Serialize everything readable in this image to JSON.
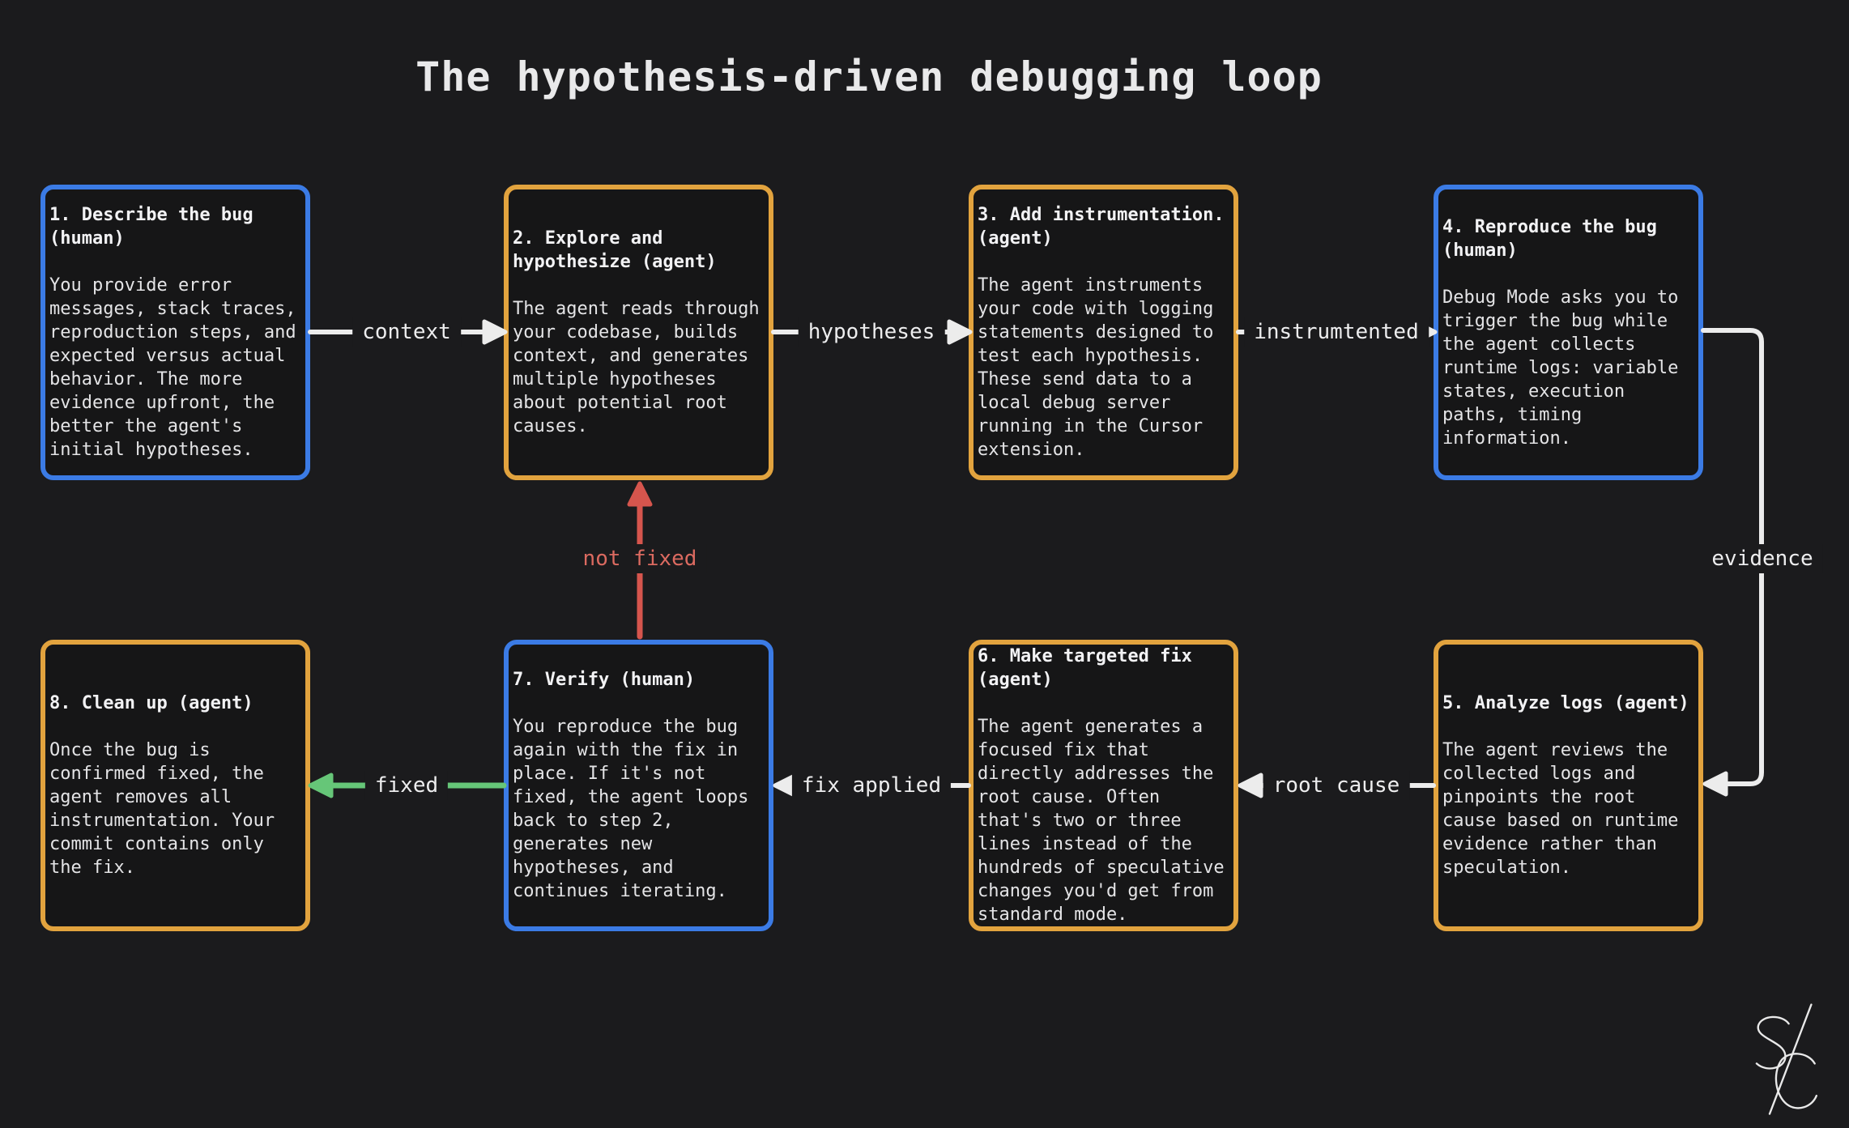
{
  "title": "The hypothesis-driven debugging loop",
  "colors": {
    "blue": "#3b7be5",
    "orange": "#e2a33e",
    "red": "#d6554d",
    "green": "#66c678",
    "arrow": "#ececec",
    "bg": "#1b1b1d"
  },
  "boxes": [
    {
      "key": "step-1",
      "accent": "blue",
      "heading": "1. Describe the bug\n(human)",
      "body": "You provide error\nmessages, stack traces,\nreproduction steps, and\nexpected versus actual\nbehavior. The more\nevidence upfront, the\nbetter the agent's\ninitial hypotheses."
    },
    {
      "key": "step-2",
      "accent": "orange",
      "heading": "2. Explore and\nhypothesize (agent)",
      "body": "The agent reads through\nyour codebase, builds\ncontext, and generates\nmultiple hypotheses\nabout potential root\ncauses."
    },
    {
      "key": "step-3",
      "accent": "orange",
      "heading": "3. Add instrumentation.\n(agent)",
      "body": "The agent instruments\nyour code with logging\nstatements designed to\ntest each hypothesis.\nThese send data to a\nlocal debug server\nrunning in the Cursor\nextension."
    },
    {
      "key": "step-4",
      "accent": "blue",
      "heading": "4. Reproduce the bug\n(human)",
      "body": "Debug Mode asks you to\ntrigger the bug while\nthe agent collects\nruntime logs: variable\nstates, execution\npaths, timing\ninformation."
    },
    {
      "key": "step-8",
      "accent": "orange",
      "heading": "8. Clean up (agent)",
      "body": "Once the bug is\nconfirmed fixed, the\nagent removes all\ninstrumentation. Your\ncommit contains only\nthe fix."
    },
    {
      "key": "step-7",
      "accent": "blue",
      "heading": "7. Verify (human)",
      "body": "You reproduce the bug\nagain with the fix in\nplace. If it's not\nfixed, the agent loops\nback to step 2,\ngenerates new\nhypotheses, and\ncontinues iterating."
    },
    {
      "key": "step-6",
      "accent": "orange",
      "heading": "6. Make targeted fix\n(agent)",
      "body": "The agent generates a\nfocused fix that\ndirectly addresses the\nroot cause. Often\nthat's two or three\nlines instead of the\nhundreds of speculative\nchanges you'd get from\nstandard mode."
    },
    {
      "key": "step-5",
      "accent": "orange",
      "heading": "5. Analyze logs (agent)",
      "body": "The agent reviews the\ncollected logs and\npinpoints the root\ncause based on runtime\nevidence rather than\nspeculation."
    }
  ],
  "edge_labels": {
    "context": "context",
    "hypotheses": "hypotheses",
    "instrumented": "instrumtented",
    "evidence": "evidence",
    "root_cause": "root cause",
    "fix_applied": "fix applied",
    "fixed": "fixed",
    "not_fixed": "not fixed"
  },
  "logo_monogram": "S/C"
}
